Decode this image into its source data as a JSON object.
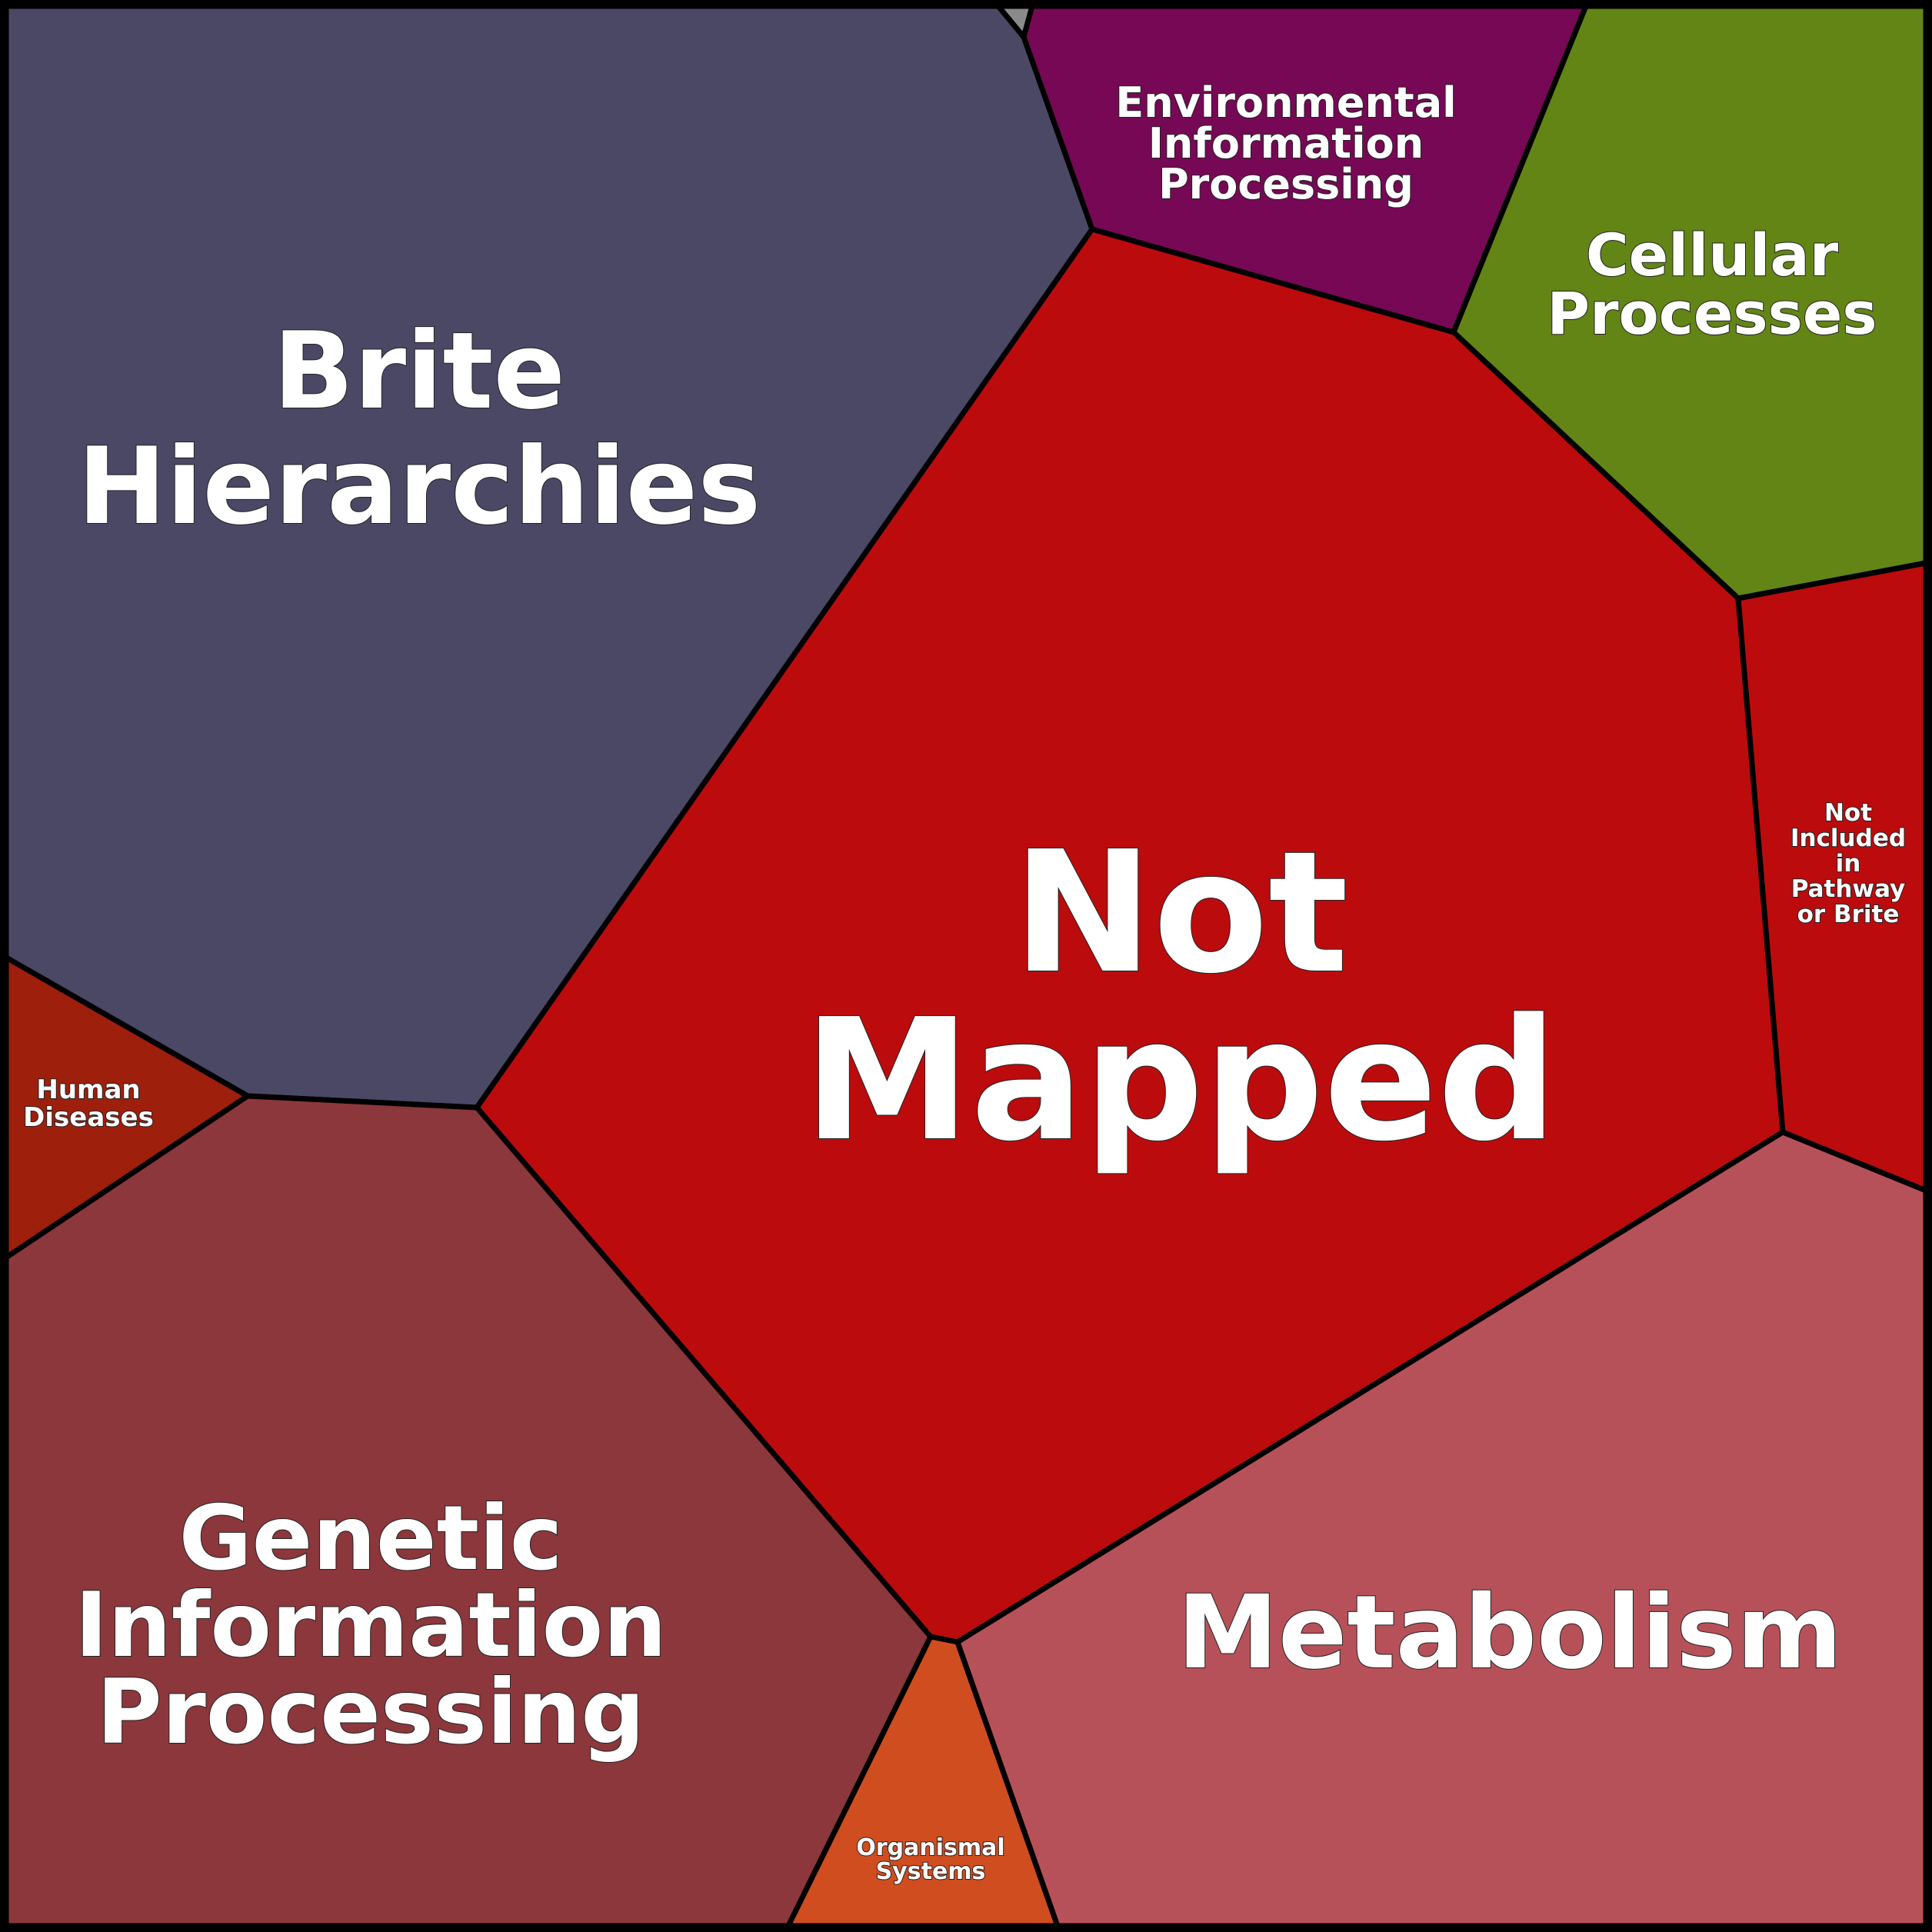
{
  "diagram": {
    "type": "voronoi-treemap",
    "cells": [
      {
        "id": "brite-hierarchies",
        "label_lines": [
          "Brite",
          "Hierarchies"
        ],
        "color": "#4a4865"
      },
      {
        "id": "environmental-information-processing",
        "label_lines": [
          "Environmental",
          "Information",
          "Processing"
        ],
        "color": "#770855"
      },
      {
        "id": "cellular-processes",
        "label_lines": [
          "Cellular",
          "Processes"
        ],
        "color": "#628516"
      },
      {
        "id": "not-mapped",
        "label_lines": [
          "Not",
          "Mapped"
        ],
        "color": "#bc0b0d"
      },
      {
        "id": "not-included-in-pathway-or-brite",
        "label_lines": [
          "Not",
          "Included",
          "in",
          "Pathway",
          "or Brite"
        ],
        "color": "#bc0b0d"
      },
      {
        "id": "human-diseases",
        "label_lines": [
          "Human",
          "Diseases"
        ],
        "color": "#9e1f0c"
      },
      {
        "id": "genetic-information-processing",
        "label_lines": [
          "Genetic",
          "Information",
          "Processing"
        ],
        "color": "#8b373c"
      },
      {
        "id": "organismal-systems",
        "label_lines": [
          "Organismal",
          "Systems"
        ],
        "color": "#d04d1f"
      },
      {
        "id": "metabolism",
        "label_lines": [
          "Metabolism"
        ],
        "color": "#b75159"
      },
      {
        "id": "tiny-grey-cell",
        "label_lines": [],
        "color": "#8a8a8a"
      }
    ]
  }
}
